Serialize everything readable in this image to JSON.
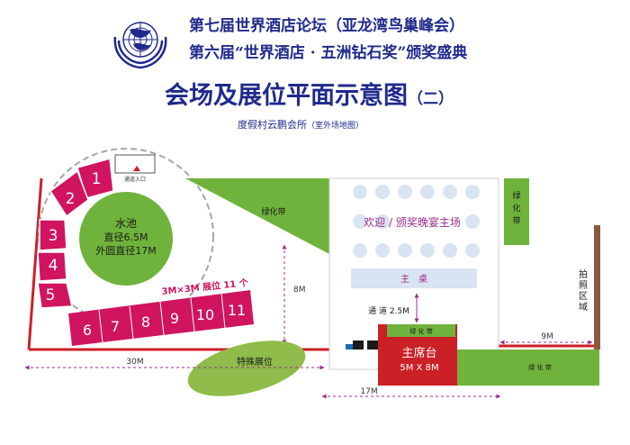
{
  "header": {
    "line1": "第七届世界酒店论坛（亚龙湾鸟巢峰会）",
    "line2": "第六届“世界酒店 · 五洲钻石奖”颁奖盛典",
    "title": "会场及展位平面示意图",
    "title_suffix": "（二）",
    "venue": "度假村云鹏会所",
    "venue_note": "（室外场地图）"
  },
  "map": {
    "entrance": "通道入口",
    "pool": {
      "name": "水池",
      "inner": "直径6.5M",
      "outer": "外圆直径17M"
    },
    "booths_left": [
      "1",
      "2",
      "3",
      "4",
      "5"
    ],
    "booths_row": [
      "6",
      "7",
      "8",
      "9",
      "10",
      "11"
    ],
    "booth_note": "3M×3M 展位 11 个",
    "green_belt_top": "绿化带",
    "green_belt_right": "绿化带",
    "green_belt_bottom": "绿 化 带",
    "hall": "欢迎 / 颁奖晚宴主场",
    "main_table": "主　桌",
    "aisle": "通 道 2.5M",
    "stage_green": "绿 化 带",
    "stage": "主席台",
    "stage_size": "5M X 8M",
    "photo_area": "拍照区域",
    "special": "特殊展位",
    "dims": {
      "d30": "30M",
      "d8": "8M",
      "d9": "9M",
      "d17": "17M"
    }
  },
  "colors": {
    "brand_blue": "#1f2a8c",
    "booth": "#d0145f",
    "green": "#6fb33c",
    "red": "#cc2027",
    "purple": "#9c2b8f"
  }
}
